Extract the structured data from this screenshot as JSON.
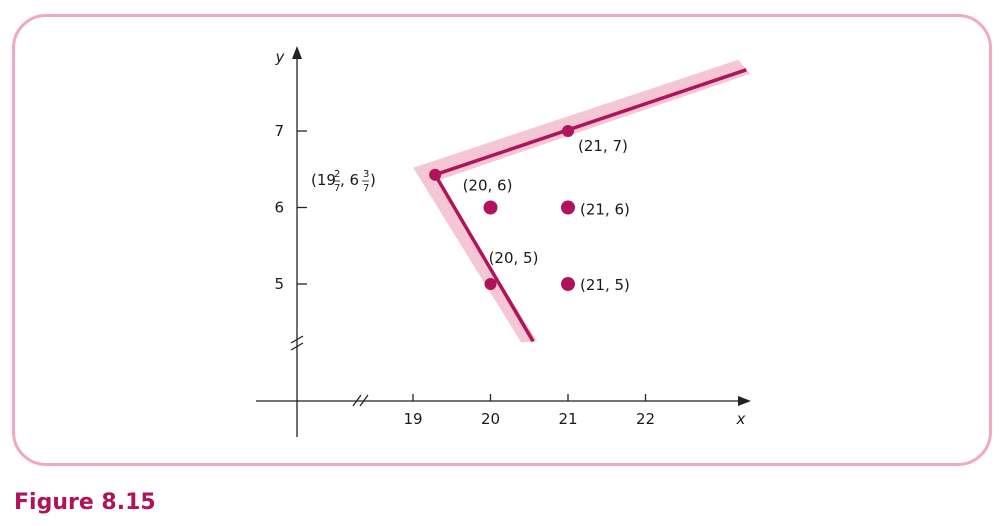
{
  "colors": {
    "frame": "#f0a8c3",
    "accent": "#b0135a",
    "band": "#f5c6d4",
    "axis": "#222222"
  },
  "caption": "Figure 8.15",
  "chart_data": {
    "type": "scatter",
    "title": "",
    "xlabel": "x",
    "ylabel": "y",
    "x_ticks": [
      19,
      20,
      21,
      22
    ],
    "y_ticks": [
      5,
      6,
      7
    ],
    "axis_breaks": [
      "x",
      "y"
    ],
    "points": [
      {
        "x": 20,
        "y": 6,
        "label": "(20, 6)"
      },
      {
        "x": 21,
        "y": 6,
        "label": "(21, 6)"
      },
      {
        "x": 20,
        "y": 5,
        "label": "(20, 5)"
      },
      {
        "x": 21,
        "y": 5,
        "label": "(21, 5)"
      },
      {
        "x": 21,
        "y": 7,
        "label": "(21, 7)"
      },
      {
        "x": 19.2857,
        "y": 6.4286,
        "label_parts": {
          "open": "(19",
          "n1": "2",
          "d1": "7",
          "mid": ", 6",
          "n2": "3",
          "d2": "7",
          "close": ")"
        }
      }
    ],
    "boundary_lines": [
      {
        "from": [
          19.2857,
          6.4286
        ],
        "to": [
          23.3,
          7.8
        ]
      },
      {
        "from": [
          19.2857,
          6.4286
        ],
        "to": [
          20.55,
          4.25
        ]
      }
    ]
  }
}
